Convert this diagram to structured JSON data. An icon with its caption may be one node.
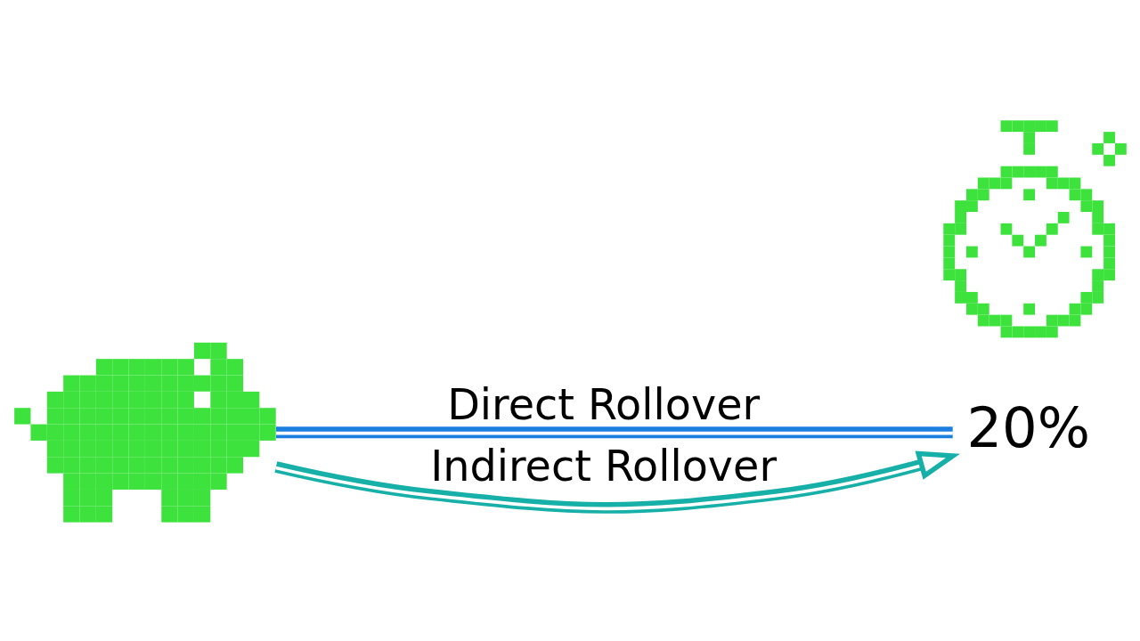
{
  "diagram": {
    "nodes": [
      {
        "text": [],
        "shape": "picture"
      },
      {
        "text": [],
        "shape": "picture"
      },
      {
        "text": [
          "20%"
        ]
      }
    ],
    "edges": [
      {
        "from": 0,
        "to": 2,
        "arrow": "none",
        "label": "Direct Rollover",
        "color": "#1b7fe0"
      },
      {
        "from": 0,
        "to": 2,
        "arrow": "to",
        "label": "Indirect Rollover",
        "color": "#17b0a8"
      }
    ]
  }
}
